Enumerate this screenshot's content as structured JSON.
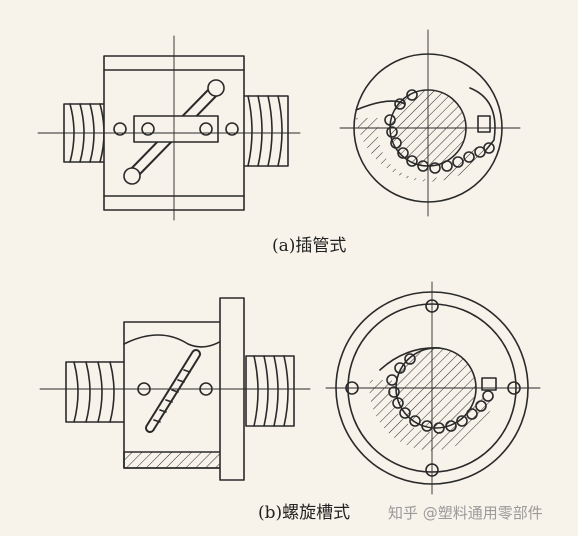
{
  "captions": {
    "a": "(a)插管式",
    "b": "(b)螺旋槽式"
  },
  "watermark": {
    "text": "知乎 @塑料通用零部件"
  },
  "colors": {
    "ink": "#2a2a2a",
    "paper": "#f7f3ea",
    "watermark": "#9a9a9a"
  }
}
